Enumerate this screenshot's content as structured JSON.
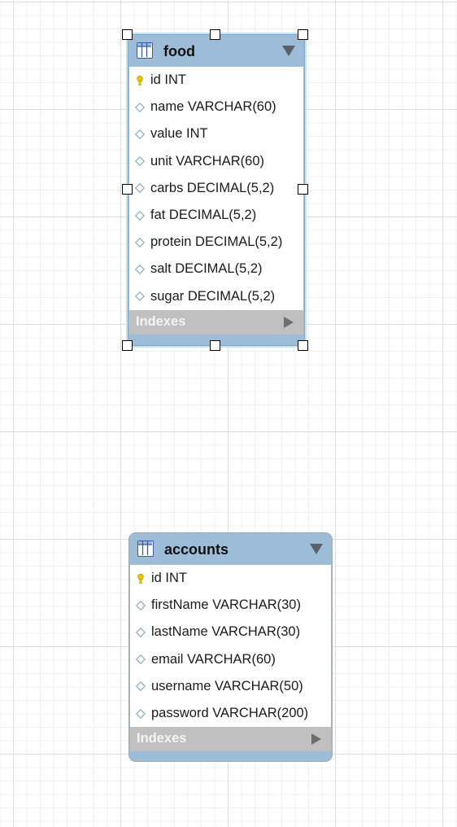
{
  "tables": [
    {
      "name": "food",
      "columns": [
        {
          "text": "id INT",
          "key": "primary"
        },
        {
          "text": "name VARCHAR(60)",
          "key": "none"
        },
        {
          "text": "value INT",
          "key": "none"
        },
        {
          "text": "unit VARCHAR(60)",
          "key": "none"
        },
        {
          "text": "carbs DECIMAL(5,2)",
          "key": "none"
        },
        {
          "text": "fat DECIMAL(5,2)",
          "key": "none"
        },
        {
          "text": "protein DECIMAL(5,2)",
          "key": "none"
        },
        {
          "text": "salt DECIMAL(5,2)",
          "key": "none"
        },
        {
          "text": "sugar DECIMAL(5,2)",
          "key": "none"
        }
      ],
      "indexes_label": "Indexes",
      "selected": true
    },
    {
      "name": "accounts",
      "columns": [
        {
          "text": "id INT",
          "key": "primary"
        },
        {
          "text": "firstName VARCHAR(30)",
          "key": "none"
        },
        {
          "text": "lastName VARCHAR(30)",
          "key": "none"
        },
        {
          "text": "email VARCHAR(60)",
          "key": "none"
        },
        {
          "text": "username VARCHAR(50)",
          "key": "none"
        },
        {
          "text": "password VARCHAR(200)",
          "key": "none"
        }
      ],
      "indexes_label": "Indexes",
      "selected": false
    }
  ],
  "icons": {
    "table": "table-grid-icon",
    "primary_key": "key-icon",
    "column": "diamond-icon",
    "collapse": "triangle-down-icon",
    "expand_indexes": "triangle-right-icon"
  },
  "colors": {
    "header": "#9dbcd8",
    "indexes_bar": "#c0c0c0",
    "key": "#f2c200",
    "column_diamond": "#8fb2c8",
    "selection": "#bfe6f5"
  }
}
